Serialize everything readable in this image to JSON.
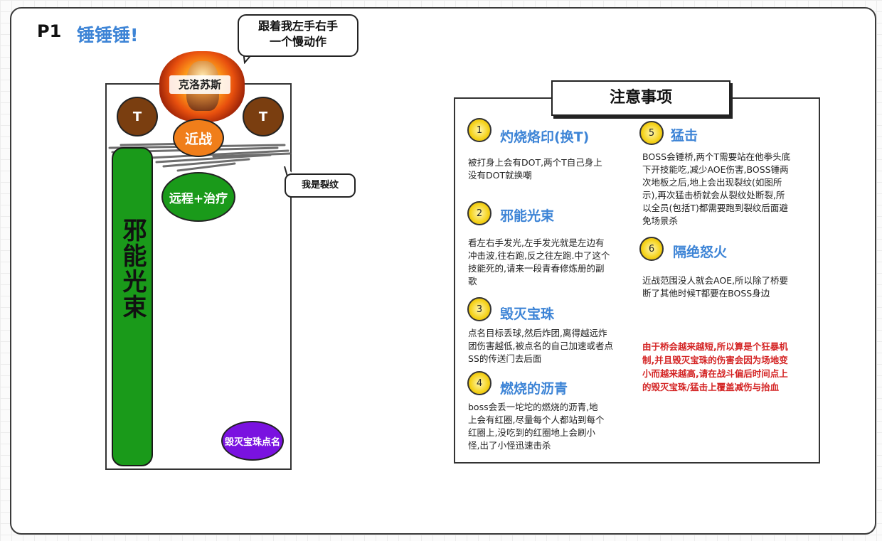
{
  "header": {
    "page_label": "P1",
    "title": "锤锤锤!"
  },
  "speech_bubble": {
    "line1": "跟着我左手右手",
    "line2": "一个慢动作"
  },
  "arena": {
    "boss_name": "克洛苏斯",
    "tank_left": "T",
    "tank_right": "T",
    "melee": "近战",
    "ranged": "远程+治疗",
    "beam": "邪能光束",
    "orb_target": "毁灭宝珠点名",
    "crack_label": "我是裂纹"
  },
  "notes": {
    "title": "注意事项",
    "items": [
      {
        "num": "1",
        "title": "灼烧烙印(换T)",
        "desc": "被打身上会有DOT,两个T自己身上没有DOT就换嘲"
      },
      {
        "num": "2",
        "title": "邪能光束",
        "desc": "看左右手发光,左手发光就是左边有冲击波,往右跑,反之往左跑.中了这个技能死的,请来一段青春修炼册的副歌"
      },
      {
        "num": "3",
        "title": "毁灭宝珠",
        "desc": "点名目标丢球,然后炸团,离得越远炸团伤害越低,被点名的自己加速或者点SS的传送门去后面"
      },
      {
        "num": "4",
        "title": "燃烧的沥青",
        "desc": "boss会丢一坨坨的燃烧的沥青,地上会有红圈,尽量每个人都站到每个红圈上,没吃到的红圈地上会刷小怪,出了小怪迅速击杀"
      },
      {
        "num": "5",
        "title": "猛击",
        "desc": "BOSS会锤桥,两个T需要站在他拳头底下开技能吃,减少AOE伤害,BOSS锤两次地板之后,地上会出现裂纹(如图所示),再次猛击桥就会从裂纹处断裂,所以全员(包括T)都需要跑到裂纹后面避免场景杀"
      },
      {
        "num": "6",
        "title": "隔绝怒火",
        "desc": "近战范围没人就会AOE,所以除了桥要断了其他时候T都要在BOSS身边"
      }
    ],
    "warning": "由于桥会越来越短,所以算是个狂暴机制,并且毁灭宝珠的伤害会因为场地变小而越来越高,请在战斗偏后时间点上的毁灭宝珠/猛击上覆盖减伤与抬血"
  },
  "colors": {
    "title_blue": "#3d84d6",
    "tank_brown": "#7a3e10",
    "melee_orange": "#f07e1a",
    "ranged_green": "#1a9a1a",
    "orb_purple": "#7a12e0",
    "warning_red": "#d42424"
  }
}
